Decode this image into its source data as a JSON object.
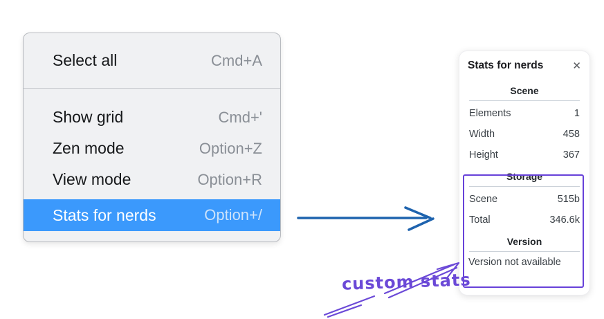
{
  "colors": {
    "menu_highlight": "#3b99fc",
    "flow_arrow_blue": "#1e63ae",
    "annotation_purple": "#6b49d7"
  },
  "menu": {
    "items": [
      {
        "label": "Select all",
        "shortcut": "Cmd+A",
        "selected": false
      },
      {
        "label": "Show grid",
        "shortcut": "Cmd+'",
        "selected": false
      },
      {
        "label": "Zen mode",
        "shortcut": "Option+Z",
        "selected": false
      },
      {
        "label": "View mode",
        "shortcut": "Option+R",
        "selected": false
      },
      {
        "label": "Stats for nerds",
        "shortcut": "Option+/",
        "selected": true
      }
    ]
  },
  "stats_panel": {
    "title": "Stats for nerds",
    "close_glyph": "✕",
    "sections": [
      {
        "heading": "Scene",
        "rows": [
          {
            "label": "Elements",
            "value": "1"
          },
          {
            "label": "Width",
            "value": "458"
          },
          {
            "label": "Height",
            "value": "367"
          }
        ]
      },
      {
        "heading": "Storage",
        "rows": [
          {
            "label": "Scene",
            "value": "515b"
          },
          {
            "label": "Total",
            "value": "346.6k"
          }
        ]
      },
      {
        "heading": "Version",
        "note": "Version not available"
      }
    ]
  },
  "annotation": {
    "label": "custom stats"
  }
}
